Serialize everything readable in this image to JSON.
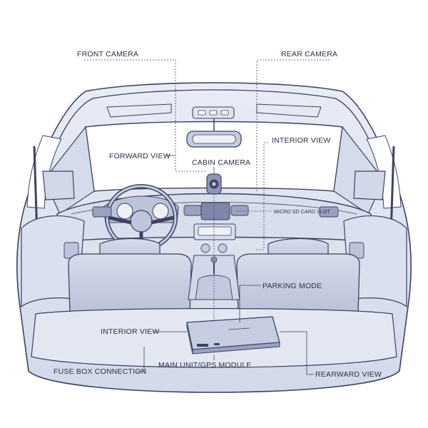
{
  "labels": {
    "front_camera": "FRONT CAMERA",
    "rear_camera": "REAR CAMERA",
    "forward_view": "FORWARD VIEW",
    "interior_view_top": "INTERIOR VIEW",
    "cabin_camera": "CABIN CAMERA",
    "micro_sd_card_slot": "MICRO SD CARD SLOT",
    "parking_mode": "PARKING MODE",
    "interior_view_bottom": "INTERIOR VIEW",
    "fuse_box_connection": "FUSE BOX CONNECTION",
    "main_unit_gps_module": "MAIN UNIT/GPS MODULE",
    "rearward_view": "REARWARD VIEW"
  },
  "colors": {
    "line": "#3c4263",
    "body_fill": "#e4e8f3",
    "shade": "#c6cde0",
    "dark_fill": "#8e96b4",
    "window_fill": "#ffffff",
    "label_text": "#2b2f45"
  }
}
